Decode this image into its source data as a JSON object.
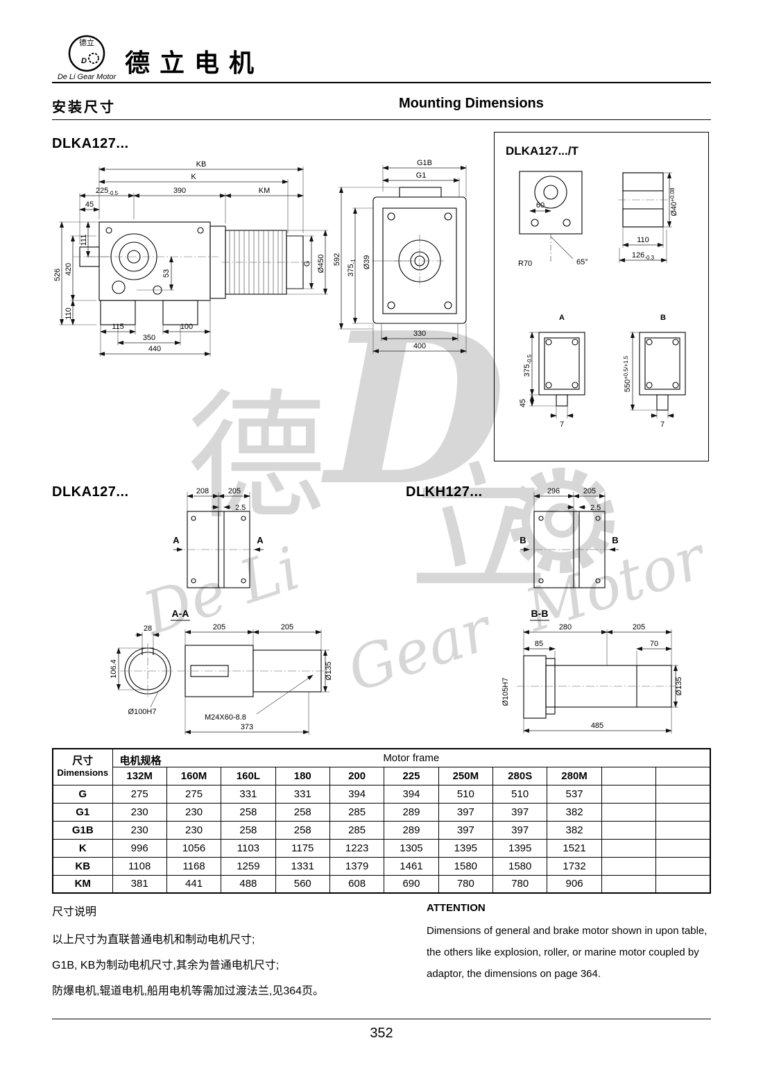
{
  "header": {
    "brand": "德立电机",
    "logo": {
      "cn": "德立",
      "d": "D",
      "ribbon": "De Li Gear Motor"
    }
  },
  "section": {
    "cn": "安装尺寸",
    "en": "Mounting Dimensions"
  },
  "watermark": {
    "c1": "德",
    "c2": "立",
    "d": "D",
    "t1": "De Li",
    "t2": "Gear",
    "t3": "Motor"
  },
  "d_main": {
    "title": "DLKA127...",
    "kb": "KB",
    "k": "K",
    "v225": "225",
    "v225t": "-0.5",
    "v390": "390",
    "km": "KM",
    "v45": "45",
    "v111": "111",
    "v526": "526",
    "v420": "420",
    "v110": "110",
    "v53": "53",
    "v115": "115",
    "v100": "100",
    "v350": "350",
    "v440": "440",
    "g": "G",
    "v450": "Ø450"
  },
  "d_side": {
    "g1b": "G1B",
    "g1": "G1",
    "v592": "592",
    "v375": "375",
    "v375t": "-1",
    "v39": "Ø39",
    "v330": "330",
    "v400": "400"
  },
  "d_panel": {
    "title": "DLKA127.../T",
    "v60": "60",
    "r70": "R70",
    "a65": "65°",
    "v40": "Ø40",
    "v40t": "+0.08",
    "v110": "110",
    "v126": "126",
    "v126t": "-0.3",
    "va": "A",
    "vb": "B",
    "v375": "375",
    "v375t": "-0.5",
    "v45": "45",
    "v550": "550",
    "v550t": "+0.5/+1.5",
    "v7a": "7",
    "v7b": "7"
  },
  "d_ka": {
    "title": "DLKA127...",
    "v208": "208",
    "v205": "205",
    "v25": "2.5",
    "mark": "A",
    "sec": "A-A",
    "v28": "28",
    "v1064": "106.4",
    "bore": "Ø100H7",
    "s205a": "205",
    "s205b": "205",
    "v135": "Ø135",
    "thread": "M24X60-8.8",
    "v373": "373"
  },
  "d_kh": {
    "title": "DLKH127...",
    "v296": "296",
    "v205": "205",
    "v25": "2.5",
    "mark": "B",
    "sec": "B-B",
    "v280": "280",
    "s205": "205",
    "v85": "85",
    "v70": "70",
    "bore": "Ø105H7",
    "v135": "Ø135",
    "v485": "485"
  },
  "table": {
    "dim_cn": "尺寸",
    "dim_en": "Dimensions",
    "spec_cn": "电机规格",
    "spec_en": "Motor frame",
    "columns": [
      "132M",
      "160M",
      "160L",
      "180",
      "200",
      "225",
      "250M",
      "280S",
      "280M"
    ],
    "rows": [
      {
        "label": "G",
        "values": [
          "275",
          "275",
          "331",
          "331",
          "394",
          "394",
          "510",
          "510",
          "537"
        ]
      },
      {
        "label": "G1",
        "values": [
          "230",
          "230",
          "258",
          "258",
          "285",
          "289",
          "397",
          "397",
          "382"
        ]
      },
      {
        "label": "G1B",
        "values": [
          "230",
          "230",
          "258",
          "258",
          "285",
          "289",
          "397",
          "397",
          "382"
        ]
      },
      {
        "label": "K",
        "values": [
          "996",
          "1056",
          "1103",
          "1175",
          "1223",
          "1305",
          "1395",
          "1395",
          "1521"
        ]
      },
      {
        "label": "KB",
        "values": [
          "1108",
          "1168",
          "1259",
          "1331",
          "1379",
          "1461",
          "1580",
          "1580",
          "1732"
        ]
      },
      {
        "label": "KM",
        "values": [
          "381",
          "441",
          "488",
          "560",
          "608",
          "690",
          "780",
          "780",
          "906"
        ]
      }
    ]
  },
  "notes": {
    "cn_title": "尺寸说明",
    "cn1": "以上尺寸为直联普通电机和制动电机尺寸;",
    "cn2": "G1B, KB为制动电机尺寸,其余为普通电机尺寸;",
    "cn3": "防爆电机,辊道电机,船用电机等需加过渡法兰,见364页。",
    "en_title": "ATTENTION",
    "en1": "Dimensions of general and brake motor shown in upon table,",
    "en2": "the others like explosion, roller, or marine motor coupled by",
    "en3": "adaptor, the dimensions on page 364."
  },
  "footer": {
    "page": "352"
  }
}
